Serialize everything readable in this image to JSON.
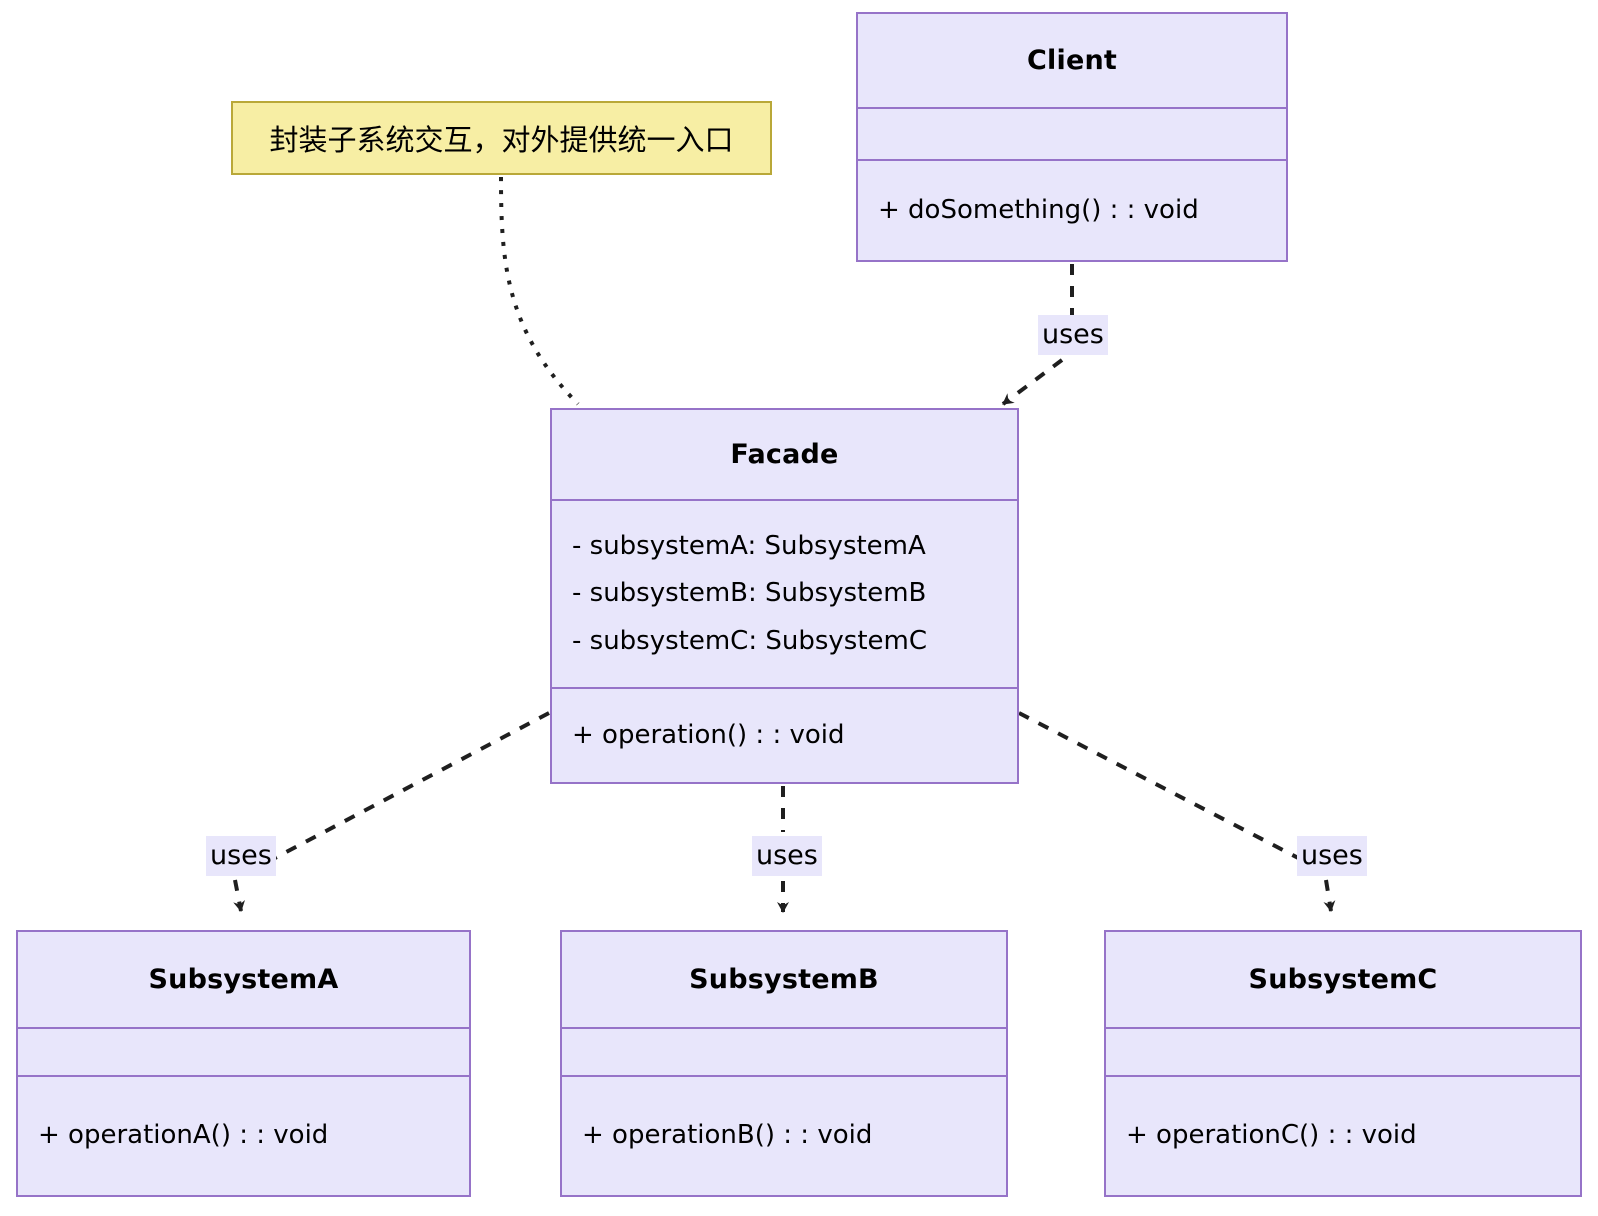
{
  "diagram": {
    "type": "uml-class-diagram",
    "pattern": "Facade",
    "note": {
      "text": "封装子系统交互，对外提供统一入口",
      "fill": "#f7eea4",
      "stroke": "#b9a838"
    },
    "style": {
      "class_fill": "#e8e6fb",
      "class_stroke": "#9673c8",
      "edge_color": "#1f1f1f",
      "text_color": "#000000"
    },
    "classes": [
      {
        "id": "client",
        "name": "Client",
        "attributes": [],
        "operations": [
          "+ doSomething() : : void"
        ]
      },
      {
        "id": "facade",
        "name": "Facade",
        "attributes": [
          "- subsystemA: SubsystemA",
          "- subsystemB: SubsystemB",
          "- subsystemC: SubsystemC"
        ],
        "operations": [
          "+ operation() : : void"
        ]
      },
      {
        "id": "subsystemA",
        "name": "SubsystemA",
        "attributes": [],
        "operations": [
          "+ operationA() : : void"
        ]
      },
      {
        "id": "subsystemB",
        "name": "SubsystemB",
        "attributes": [],
        "operations": [
          "+ operationB() : : void"
        ]
      },
      {
        "id": "subsystemC",
        "name": "SubsystemC",
        "attributes": [],
        "operations": [
          "+ operationC() : : void"
        ]
      }
    ],
    "edges": [
      {
        "id": "client-facade",
        "from": "client",
        "to": "facade",
        "label": "uses",
        "style": "dashed",
        "arrow": "open"
      },
      {
        "id": "facade-subsystemA",
        "from": "facade",
        "to": "subsystemA",
        "label": "uses",
        "style": "dashed",
        "arrow": "open"
      },
      {
        "id": "facade-subsystemB",
        "from": "facade",
        "to": "subsystemB",
        "label": "uses",
        "style": "dashed",
        "arrow": "open"
      },
      {
        "id": "facade-subsystemC",
        "from": "facade",
        "to": "subsystemC",
        "label": "uses",
        "style": "dashed",
        "arrow": "open"
      },
      {
        "id": "note-facade",
        "from": "note",
        "to": "facade",
        "label": "",
        "style": "dotted",
        "arrow": "none"
      }
    ]
  }
}
